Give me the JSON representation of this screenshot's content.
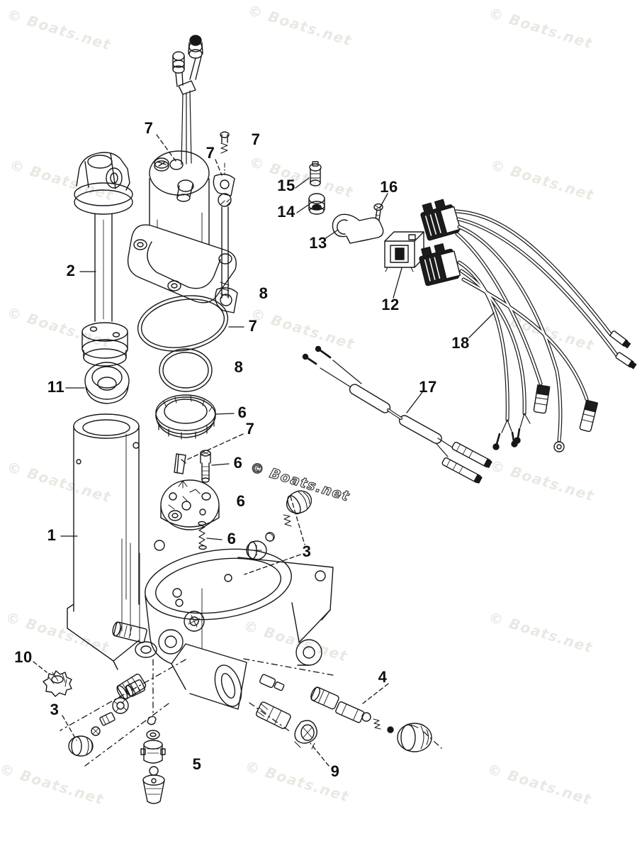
{
  "diagram": {
    "kind": "exploded-parts-diagram",
    "line_color": "#171717",
    "background": "#ffffff"
  },
  "watermark": {
    "text": "© Boats.net",
    "light_color": "#e6eae3",
    "dark_color": "#3a3a3a"
  },
  "callouts": [
    {
      "label": "7"
    },
    {
      "label": "7"
    },
    {
      "label": "7"
    },
    {
      "label": "15"
    },
    {
      "label": "14"
    },
    {
      "label": "13"
    },
    {
      "label": "16"
    },
    {
      "label": "12"
    },
    {
      "label": "18"
    },
    {
      "label": "17"
    },
    {
      "label": "2"
    },
    {
      "label": "8"
    },
    {
      "label": "7"
    },
    {
      "label": "8"
    },
    {
      "label": "11"
    },
    {
      "label": "6"
    },
    {
      "label": "7"
    },
    {
      "label": "6"
    },
    {
      "label": "6"
    },
    {
      "label": "1"
    },
    {
      "label": "6"
    },
    {
      "label": "3"
    },
    {
      "label": "10"
    },
    {
      "label": "3"
    },
    {
      "label": "4"
    },
    {
      "label": "5"
    },
    {
      "label": "9"
    }
  ]
}
